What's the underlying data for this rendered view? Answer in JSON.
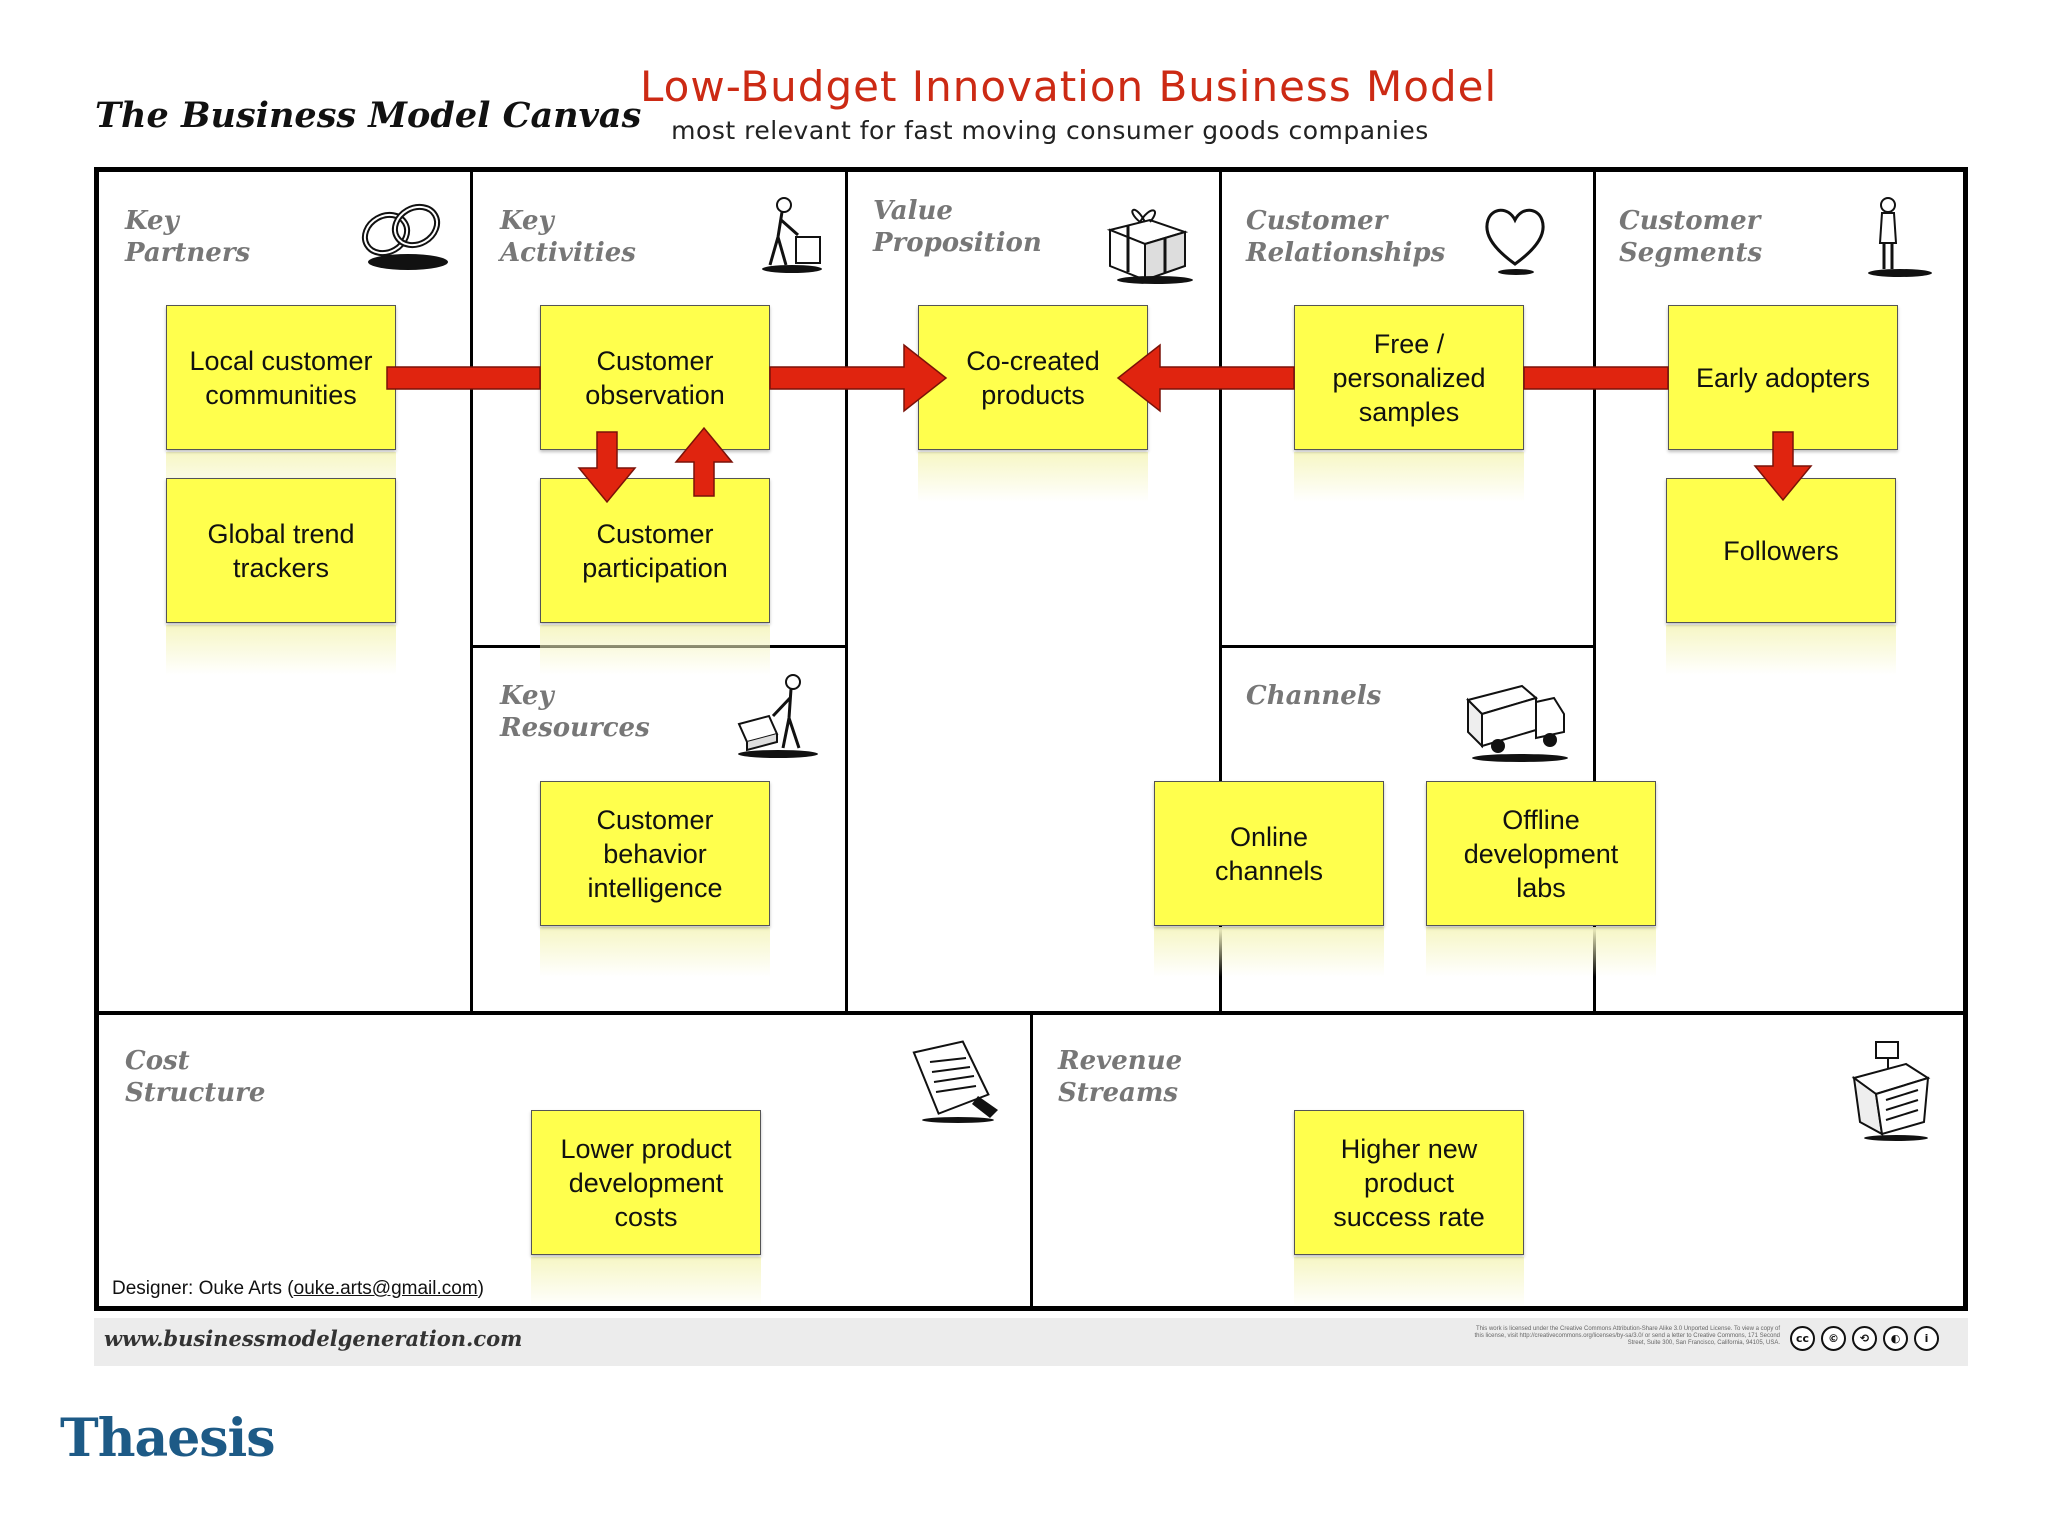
{
  "header": {
    "canvas_title": "The Business Model Canvas",
    "main_title": "Low-Budget Innovation Business Model",
    "subtitle": "most relevant for fast moving consumer goods companies"
  },
  "blocks": {
    "key_partners": [
      "Key",
      "Partners"
    ],
    "key_activities": [
      "Key",
      "Activities"
    ],
    "value_proposition": [
      "Value",
      "Proposition"
    ],
    "customer_relationships": [
      "Customer",
      "Relationships"
    ],
    "customer_segments": [
      "Customer",
      "Segments"
    ],
    "key_resources": [
      "Key",
      "Resources"
    ],
    "channels": [
      "Channels"
    ],
    "cost_structure": [
      "Cost",
      "Structure"
    ],
    "revenue_streams": [
      "Revenue",
      "Streams"
    ]
  },
  "notes": {
    "local_customer_communities": [
      "Local customer",
      "communities"
    ],
    "global_trend_trackers": [
      "Global trend",
      "trackers"
    ],
    "customer_observation": [
      "Customer",
      "observation"
    ],
    "customer_participation": [
      "Customer",
      "participation"
    ],
    "co_created_products": [
      "Co-created",
      "products"
    ],
    "free_personalized_samples": [
      "Free /",
      "personalized",
      "samples"
    ],
    "early_adopters": [
      "Early adopters"
    ],
    "followers": [
      "Followers"
    ],
    "customer_behavior_intelligence": [
      "Customer",
      "behavior",
      "intelligence"
    ],
    "online_channels": [
      "Online",
      "channels"
    ],
    "offline_development_labs": [
      "Offline",
      "development",
      "labs"
    ],
    "lower_product_development_costs": [
      "Lower product",
      "development",
      "costs"
    ],
    "higher_new_product_success_rate": [
      "Higher new",
      "product",
      "success rate"
    ]
  },
  "footer": {
    "designer_prefix": "Designer: Ouke Arts (",
    "designer_email": "ouke.arts@gmail.com",
    "designer_suffix": ")",
    "url": "www.businessmodelgeneration.com",
    "license": "This work is licensed under the Creative Commons Attribution-Share Alike 3.0 Unported License. To view a copy of this license, visit http://creativecommons.org/licenses/by-sa/3.0/ or send a letter to Creative Commons, 171 Second Street, Suite 300, San Francisco, California, 94105, USA.",
    "cc_icons": [
      "cc-icon",
      "attribution-icon",
      "share-alike-icon",
      "noncommercial-icon",
      "person-icon"
    ]
  },
  "logo": {
    "text": "Thaesis"
  },
  "colors": {
    "note": "#ffff4d",
    "arrow": "#e0240f",
    "title": "#cc2a14",
    "logo": "#1d5a86"
  }
}
